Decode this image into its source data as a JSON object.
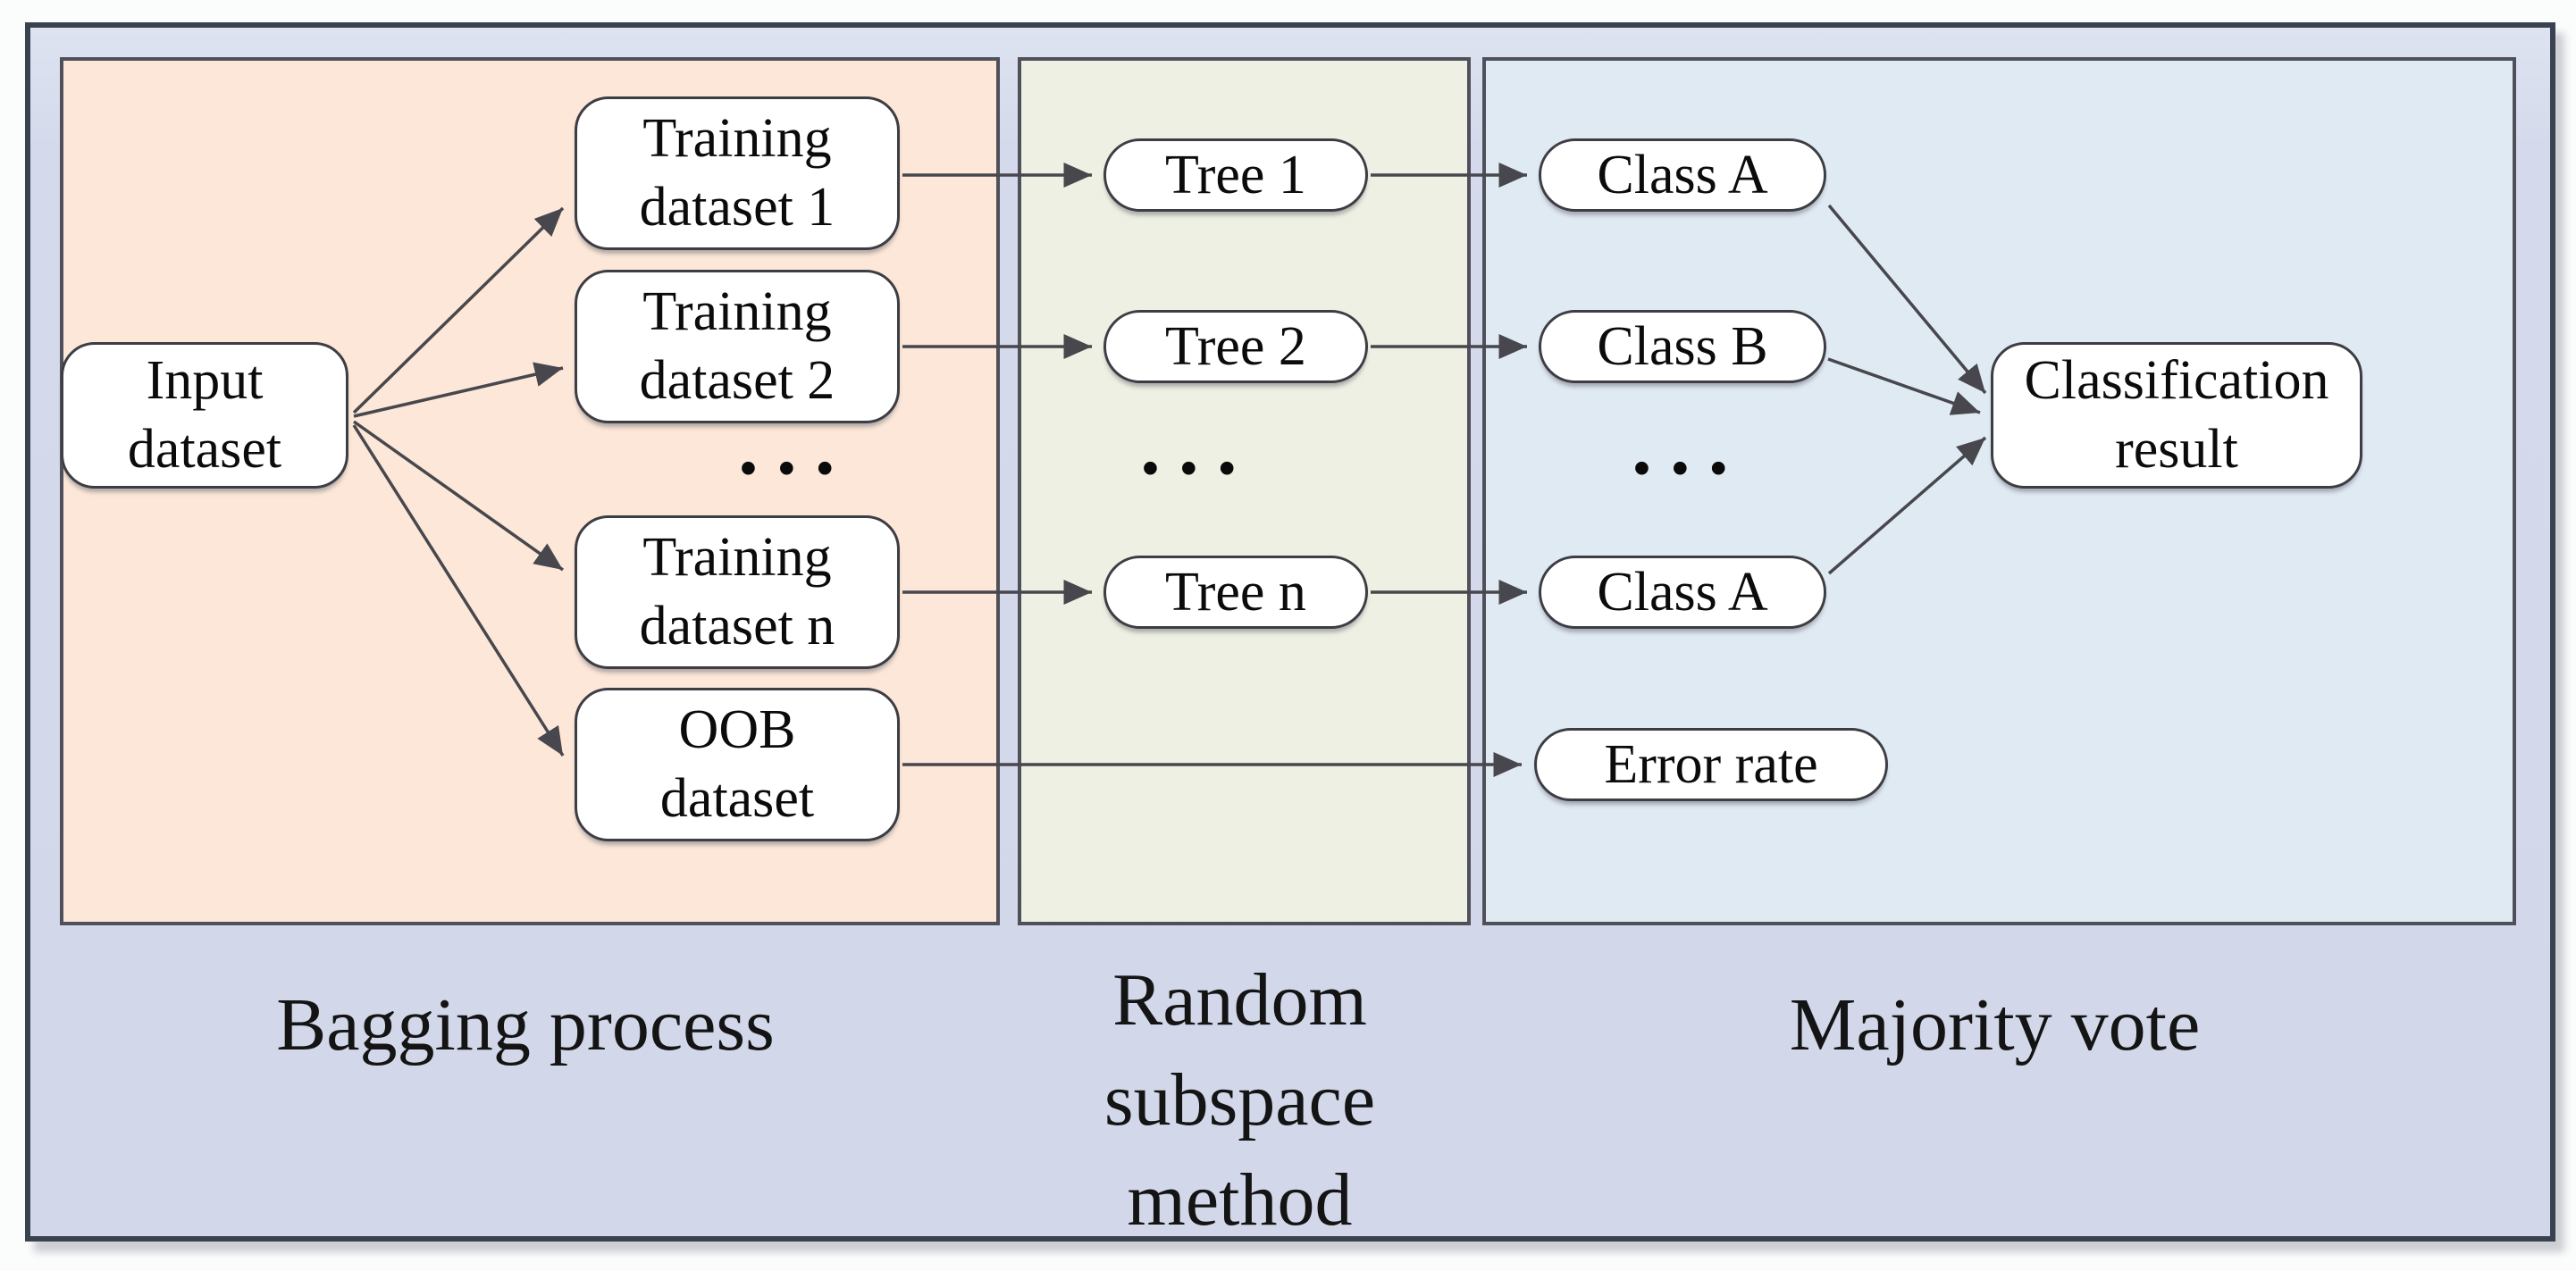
{
  "panels": {
    "bagging": {
      "label": "Bagging process",
      "bg": "#fce7d8"
    },
    "random_subspace": {
      "label": "Random subspace method",
      "lines": [
        "Random",
        "subspace",
        "method"
      ],
      "bg": "#edf0e2"
    },
    "majority_vote": {
      "label": "Majority vote",
      "bg": "#e0eaf3"
    }
  },
  "nodes": {
    "input_dataset": {
      "lines": [
        "Input",
        "dataset"
      ]
    },
    "training_dataset_1": {
      "lines": [
        "Training",
        "dataset 1"
      ]
    },
    "training_dataset_2": {
      "lines": [
        "Training",
        "dataset 2"
      ]
    },
    "training_dataset_n": {
      "lines": [
        "Training",
        "dataset n"
      ]
    },
    "oob_dataset": {
      "lines": [
        "OOB",
        "dataset"
      ]
    },
    "tree_1": {
      "label": "Tree 1"
    },
    "tree_2": {
      "label": "Tree 2"
    },
    "tree_n": {
      "label": "Tree n"
    },
    "class_a_top": {
      "label": "Class A"
    },
    "class_b": {
      "label": "Class B"
    },
    "class_a_bottom": {
      "label": "Class A"
    },
    "error_rate": {
      "label": "Error rate"
    },
    "classification_result": {
      "lines": [
        "Classification",
        "result"
      ]
    }
  },
  "ellipsis": "•••",
  "edges": [
    {
      "from": "input_dataset",
      "to": "training_dataset_1"
    },
    {
      "from": "input_dataset",
      "to": "training_dataset_2"
    },
    {
      "from": "input_dataset",
      "to": "training_dataset_n"
    },
    {
      "from": "input_dataset",
      "to": "oob_dataset"
    },
    {
      "from": "training_dataset_1",
      "to": "tree_1"
    },
    {
      "from": "training_dataset_2",
      "to": "tree_2"
    },
    {
      "from": "training_dataset_n",
      "to": "tree_n"
    },
    {
      "from": "oob_dataset",
      "to": "error_rate"
    },
    {
      "from": "tree_1",
      "to": "class_a_top"
    },
    {
      "from": "tree_2",
      "to": "class_b"
    },
    {
      "from": "tree_n",
      "to": "class_a_bottom"
    },
    {
      "from": "class_a_top",
      "to": "classification_result"
    },
    {
      "from": "class_b",
      "to": "classification_result"
    },
    {
      "from": "class_a_bottom",
      "to": "classification_result"
    }
  ],
  "colors": {
    "frame_background": "#d3d9ea",
    "frame_border": "#3a4150",
    "panel_border": "#50505a",
    "node_border": "#3d3d44",
    "node_fill": "#ffffff",
    "arrow": "#47474d",
    "text": "#0b0b0b"
  }
}
